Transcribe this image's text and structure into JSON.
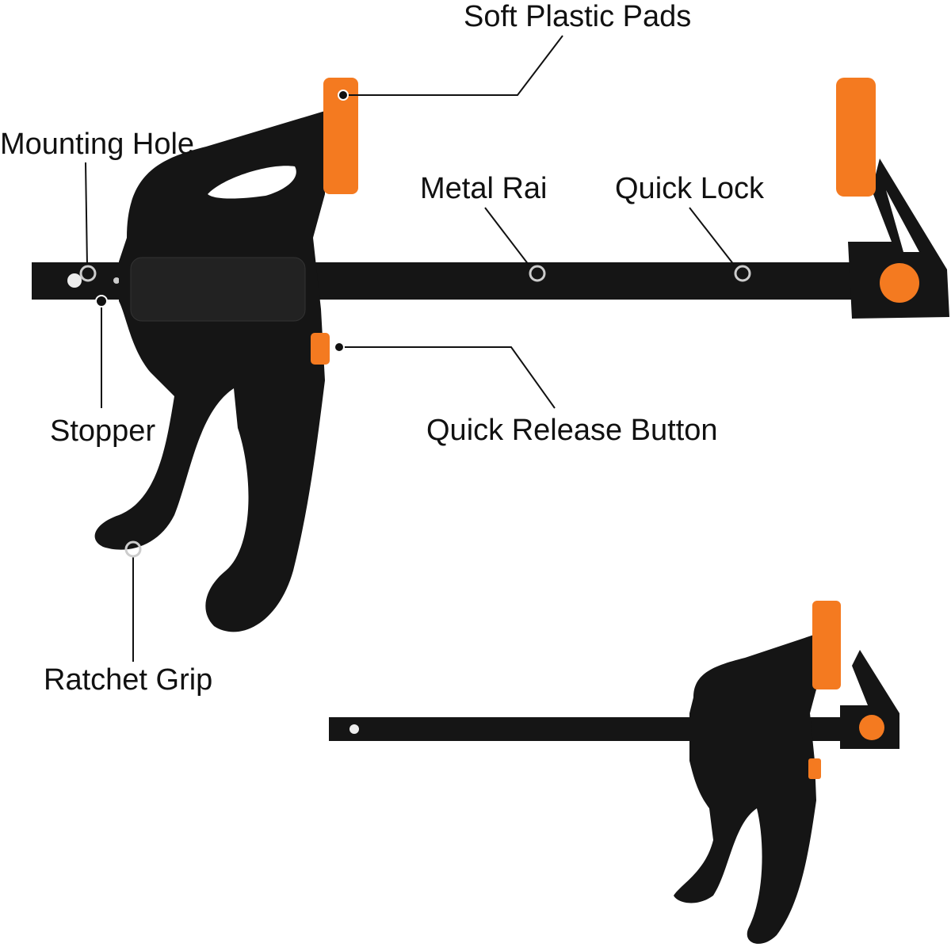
{
  "colors": {
    "body": "#151515",
    "pad": "#f47a20",
    "background": "#ffffff",
    "text": "#111111"
  },
  "labels": {
    "soft_plastic_pads": "Soft Plastic Pads",
    "mounting_hole": "Mounting Hole",
    "metal_rail": "Metal Rai",
    "quick_lock": "Quick Lock",
    "stopper": "Stopper",
    "quick_release_button": "Quick Release Button",
    "ratchet_grip": "Ratchet Grip"
  }
}
